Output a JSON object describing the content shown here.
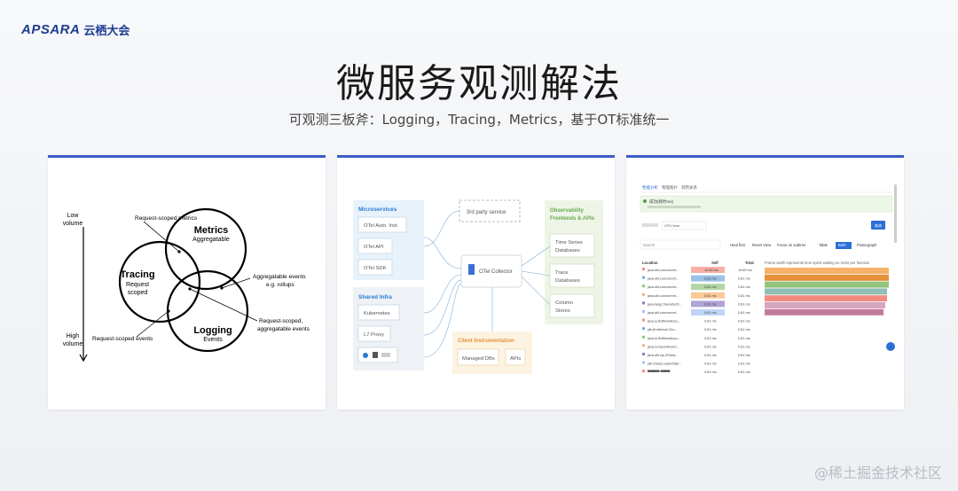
{
  "logo": {
    "brand": "APSARA",
    "cn": "云栖大会"
  },
  "title": "微服务观测解法",
  "subtitle": "可观测三板斧：Logging，Tracing，Metrics，基于OT标准统一",
  "venn": {
    "axis_top": [
      "Low",
      "volume"
    ],
    "axis_bottom": [
      "High",
      "volume"
    ],
    "metrics_title": "Metrics",
    "metrics_sub": "Aggregatable",
    "tracing_title": "Tracing",
    "tracing_sub": [
      "Request",
      "scoped"
    ],
    "logging_title": "Logging",
    "logging_sub": "Events",
    "label_req_metrics": "Request-scoped metrics",
    "label_agg_events": [
      "Aggregatable events",
      "e.g. rollups"
    ],
    "label_req_agg_events": [
      "Request-scoped,",
      "aggregatable events"
    ],
    "label_req_events": "Request-scoped events"
  },
  "otel": {
    "microservices": "Microservices",
    "ms_items": [
      "OTel Auto. Inst.",
      "OTel API",
      "OTel SDK"
    ],
    "shared_infra": "Shared Infra",
    "infra_items": [
      "Kubernetes",
      "L7 Proxy"
    ],
    "third_party": "3rd party service",
    "collector": "OTel Collector",
    "frontends": [
      "Observability",
      "Frontends & APIs"
    ],
    "fe_items": [
      [
        "Time Series",
        "Databases"
      ],
      [
        "Trace",
        "Databases"
      ],
      [
        "Column",
        "Stores"
      ]
    ],
    "client_inst": "Client Instrumentation",
    "client_items": [
      "Managed DBs",
      "APIs"
    ]
  },
  "profiler": {
    "tabs": [
      "性能分析",
      "物理拓扑",
      "调用关系"
    ],
    "banner": "成功(耗时ms)",
    "select": "CPU time",
    "confirm": "查询",
    "search_placeholder": "Search",
    "toolbar": [
      "Heat first",
      "Reset View",
      "Focus on subtree",
      "Table",
      "Both",
      "Flamegraph"
    ],
    "columns": [
      "Location",
      "Self",
      "Total"
    ],
    "rows": [
      [
        "java.util.concurrent...",
        "19.89 ms",
        "19.89 ms"
      ],
      [
        "java.util.concurrent...",
        "6.81 ms",
        "6.81 ms"
      ],
      [
        "java.util.concurrent...",
        "0.81 ms",
        "0.81 ms"
      ],
      [
        "java.util.concurrent...",
        "0.81 ms",
        "0.81 ms"
      ],
      [
        "java.lang.CharacterD...",
        "0.81 ms",
        "0.81 ms"
      ],
      [
        "java.util.concurrent...",
        "0.81 ms",
        "0.81 ms"
      ],
      [
        "java.io.BufferedInpu...",
        "0.81 ms",
        "0.81 ms"
      ],
      [
        "jdk.jfr.internal.Chu...",
        "0.81 ms",
        "0.81 ms"
      ],
      [
        "java.io.BufferedInpu...",
        "0.81 ms",
        "0.81 ms"
      ],
      [
        "java.io.InputStream...",
        "0.81 ms",
        "0.81 ms"
      ],
      [
        "java.util.zip.ZStrea...",
        "0.81 ms",
        "0.81 ms"
      ],
      [
        "jdk.ClassLoaderStati...",
        "0.81 ms",
        "0.81 ms"
      ],
      [
        "▀▀▀▀▀ ▀▀▀▀",
        "0.81 ms",
        "0.81 ms"
      ]
    ],
    "flame_caption": "Frame width represents time spent waiting on locks per function"
  },
  "watermark": "@稀土掘金技术社区"
}
